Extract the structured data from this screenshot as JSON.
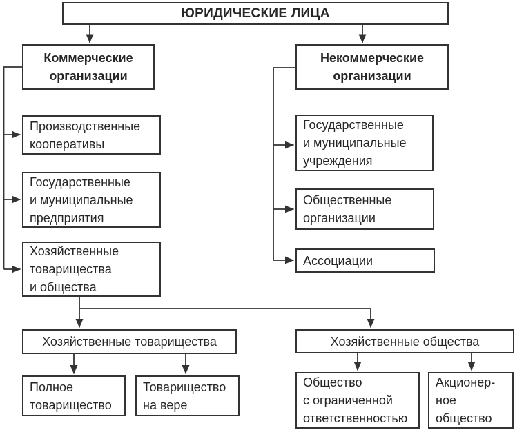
{
  "colors": {
    "border": "#333333",
    "text": "#262626",
    "background": "#ffffff"
  },
  "chart": {
    "title": "ЮРИДИЧЕСКИЕ ЛИЦА",
    "nodes": {
      "commercial": "Коммерческие\nорганизации",
      "noncommercial": "Некоммерческие\nорганизации",
      "production_cooperatives": "Производственные\nкооперативы",
      "state_enterprises": "Государственные\nи муниципальные\nпредприятия",
      "partnerships_and_companies": "Хозяйственные\nтоварищества\nи общества",
      "state_institutions": "Государственные\nи муниципальные\nучреждения",
      "public_organizations": "Общественные\nорганизации",
      "associations": "Ассоциации",
      "partnerships": "Хозяйственные товарищества",
      "companies": "Хозяйственные общества",
      "full_partnership": "Полное\nтоварищество",
      "faith_partnership": "Товарищество\nна вере",
      "llc": "Общество\nс ограниченной\nответственностью",
      "jsc": "Акционер-\nное\nобщество"
    }
  }
}
